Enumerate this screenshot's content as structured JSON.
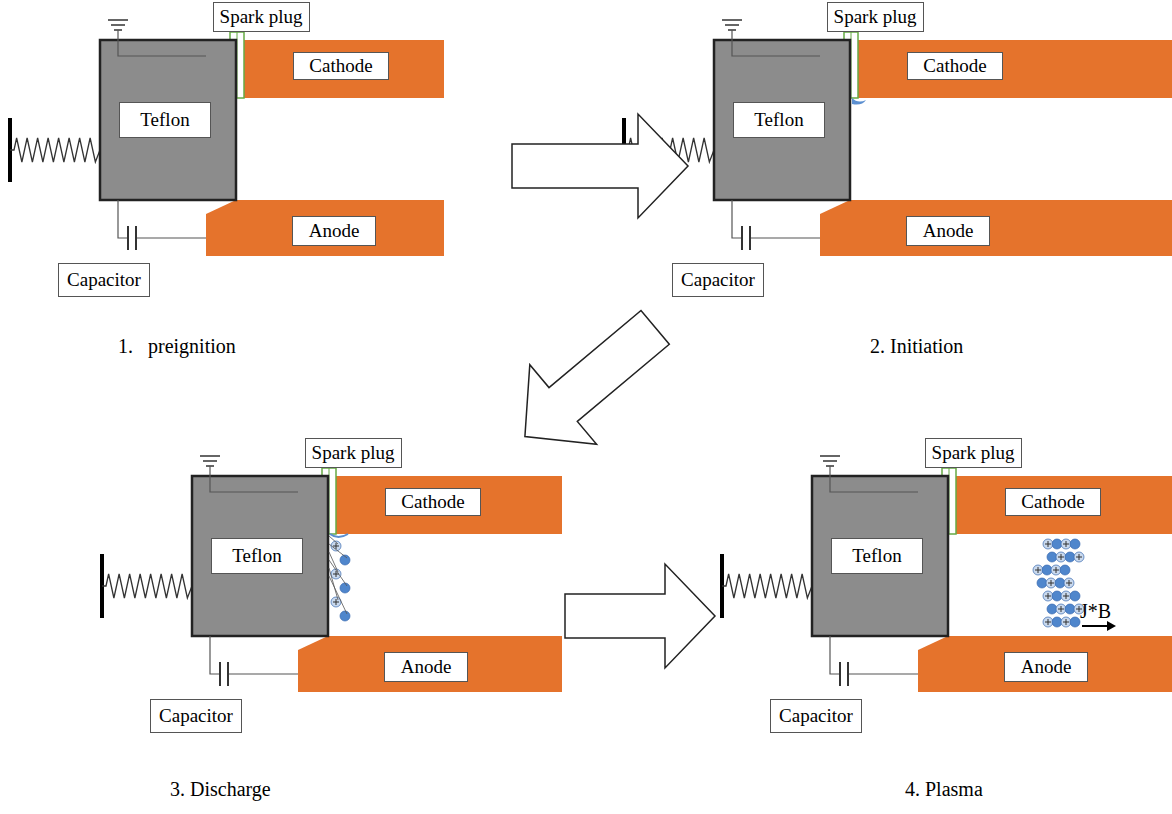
{
  "diagram": {
    "nodes": [
      {
        "text": [
          "Spark plug"
        ]
      },
      {
        "text": [
          "Cathode"
        ]
      },
      {
        "text": [
          "Teflon"
        ]
      },
      {
        "text": [
          "Anode"
        ]
      },
      {
        "text": [
          "Capacitor"
        ]
      },
      {
        "text": [
          "Spark plug"
        ]
      },
      {
        "text": [
          "Cathode"
        ]
      },
      {
        "text": [
          "Teflon"
        ]
      },
      {
        "text": [
          "Anode"
        ]
      },
      {
        "text": [
          "Capacitor"
        ]
      },
      {
        "text": [
          "Spark plug"
        ]
      },
      {
        "text": [
          "Cathode"
        ]
      },
      {
        "text": [
          "Teflon"
        ]
      },
      {
        "text": [
          "Anode"
        ]
      },
      {
        "text": [
          "Capacitor"
        ]
      },
      {
        "text": [
          "Spark plug"
        ]
      },
      {
        "text": [
          "Cathode"
        ]
      },
      {
        "text": [
          "Teflon"
        ]
      },
      {
        "text": [
          "Anode"
        ]
      },
      {
        "text": [
          "Capacitor"
        ]
      }
    ],
    "labels": [
      "1.   preignition",
      "2. Initiation",
      "3. Discharge",
      "4. Plasma",
      "J*B"
    ]
  }
}
